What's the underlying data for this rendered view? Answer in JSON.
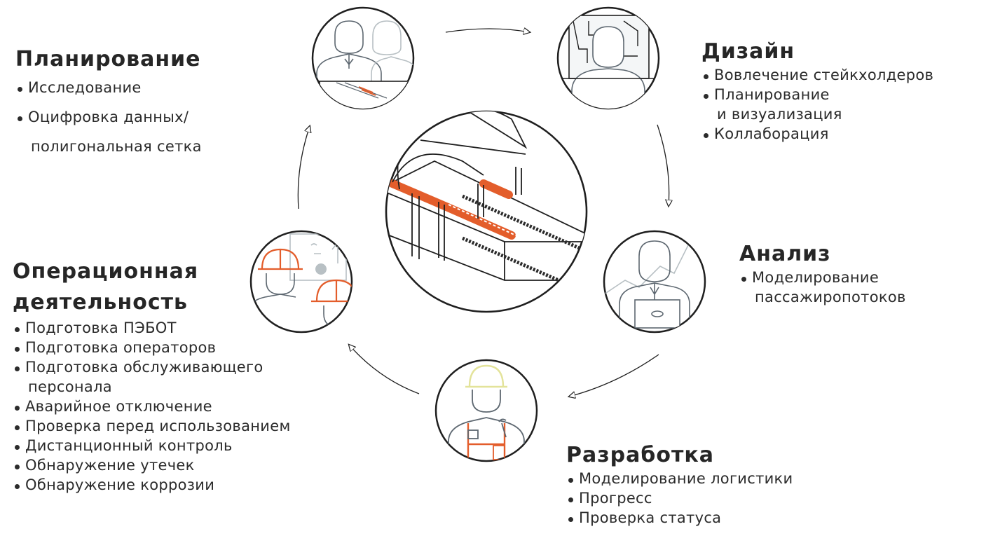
{
  "phases": {
    "planning": {
      "title": "Планирование",
      "items": [
        {
          "line1": "Исследование",
          "line2": ""
        },
        {
          "line1": "Оцифровка данных/",
          "line2": "полигональная сетка"
        }
      ]
    },
    "design": {
      "title": "Дизайн",
      "items": [
        {
          "line1": "Вовлечение стейкхолдеров",
          "line2": ""
        },
        {
          "line1": "Планирование",
          "line2": "и визуализация"
        },
        {
          "line1": "Коллаборация",
          "line2": ""
        }
      ]
    },
    "analysis": {
      "title": "Анализ",
      "items": [
        {
          "line1": "Моделирование",
          "line2": "пассажиропотоков"
        }
      ]
    },
    "development": {
      "title": "Разработка",
      "items": [
        {
          "line1": "Моделирование логистики",
          "line2": ""
        },
        {
          "line1": "Прогресс",
          "line2": ""
        },
        {
          "line1": "Проверка статуса",
          "line2": ""
        }
      ]
    },
    "operations": {
      "title_line1": "Операционная",
      "title_line2": "деятельность",
      "items": [
        {
          "line1": "Подготовка ПЭБОТ",
          "line2": ""
        },
        {
          "line1": "Подготовка операторов",
          "line2": ""
        },
        {
          "line1": "Подготовка обслуживающего",
          "line2": "персонала"
        },
        {
          "line1": "Аварийное отключение",
          "line2": ""
        },
        {
          "line1": "Проверка перед использованием",
          "line2": ""
        },
        {
          "line1": "Дистанционный контроль",
          "line2": ""
        },
        {
          "line1": "Обнаружение утечек",
          "line2": ""
        },
        {
          "line1": "Обнаружение коррозии",
          "line2": ""
        }
      ]
    }
  },
  "colors": {
    "line": "#1f1f1f",
    "figure_gray": "#5d6770",
    "light_gray": "#b8c0c4",
    "accent_orange": "#e35d2b",
    "hat_yellow": "#e3e39a"
  },
  "icons": {
    "planning": "two-people-at-table-icon",
    "design": "person-with-blueprint-icon",
    "analysis": "person-with-laptop-icon",
    "development": "worker-with-hardhat-icon",
    "operations": "operators-with-hardhats-icon",
    "center": "railway-station-train-illustration"
  }
}
